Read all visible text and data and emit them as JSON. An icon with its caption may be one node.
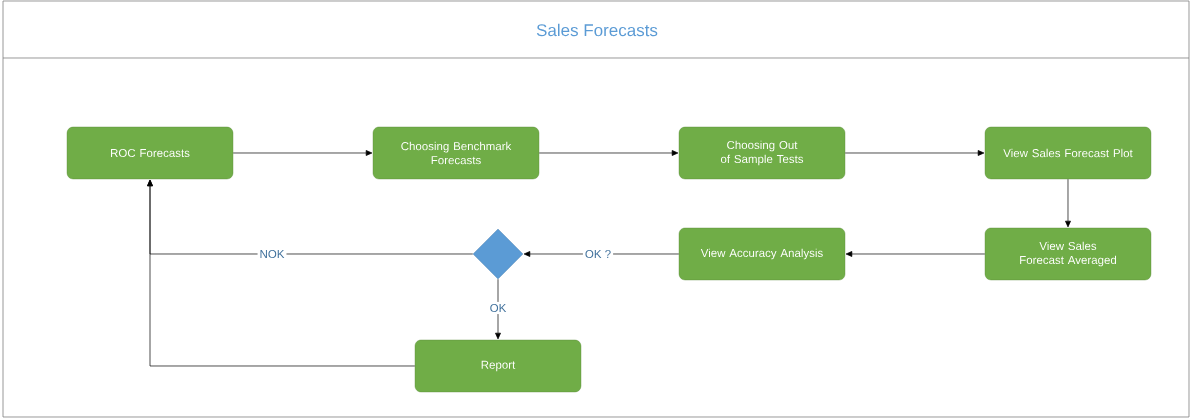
{
  "diagram": {
    "title": "Sales Forecasts",
    "nodes": [
      {
        "text": [
          "ROC Forecasts"
        ]
      },
      {
        "text": [
          "Choosing Benchmark Forecasts"
        ]
      },
      {
        "text": [
          "Choosing Out of Sample Tests"
        ]
      },
      {
        "text": [
          "View Sales Forecast Plot"
        ]
      },
      {
        "text": [
          "View Sales Forecast Averaged"
        ]
      },
      {
        "text": [
          "View Accuracy Analysis"
        ]
      },
      {
        "text": [],
        "shape": "diamond"
      },
      {
        "text": [
          "Report"
        ]
      }
    ],
    "edges": [
      {
        "from": 0,
        "to": 1,
        "arrow": "to"
      },
      {
        "from": 1,
        "to": 2,
        "arrow": "to"
      },
      {
        "from": 2,
        "to": 3,
        "arrow": "to"
      },
      {
        "from": 3,
        "to": 4,
        "arrow": "to"
      },
      {
        "from": 4,
        "to": 5,
        "arrow": "to"
      },
      {
        "from": 5,
        "to": 6,
        "label": "OK ?",
        "arrow": "to"
      },
      {
        "from": 6,
        "to": 0,
        "label": "NOK",
        "arrow": "to"
      },
      {
        "from": 6,
        "to": 7,
        "label": "OK",
        "arrow": "to"
      },
      {
        "from": 7,
        "to": 0,
        "arrow": "to"
      }
    ]
  }
}
